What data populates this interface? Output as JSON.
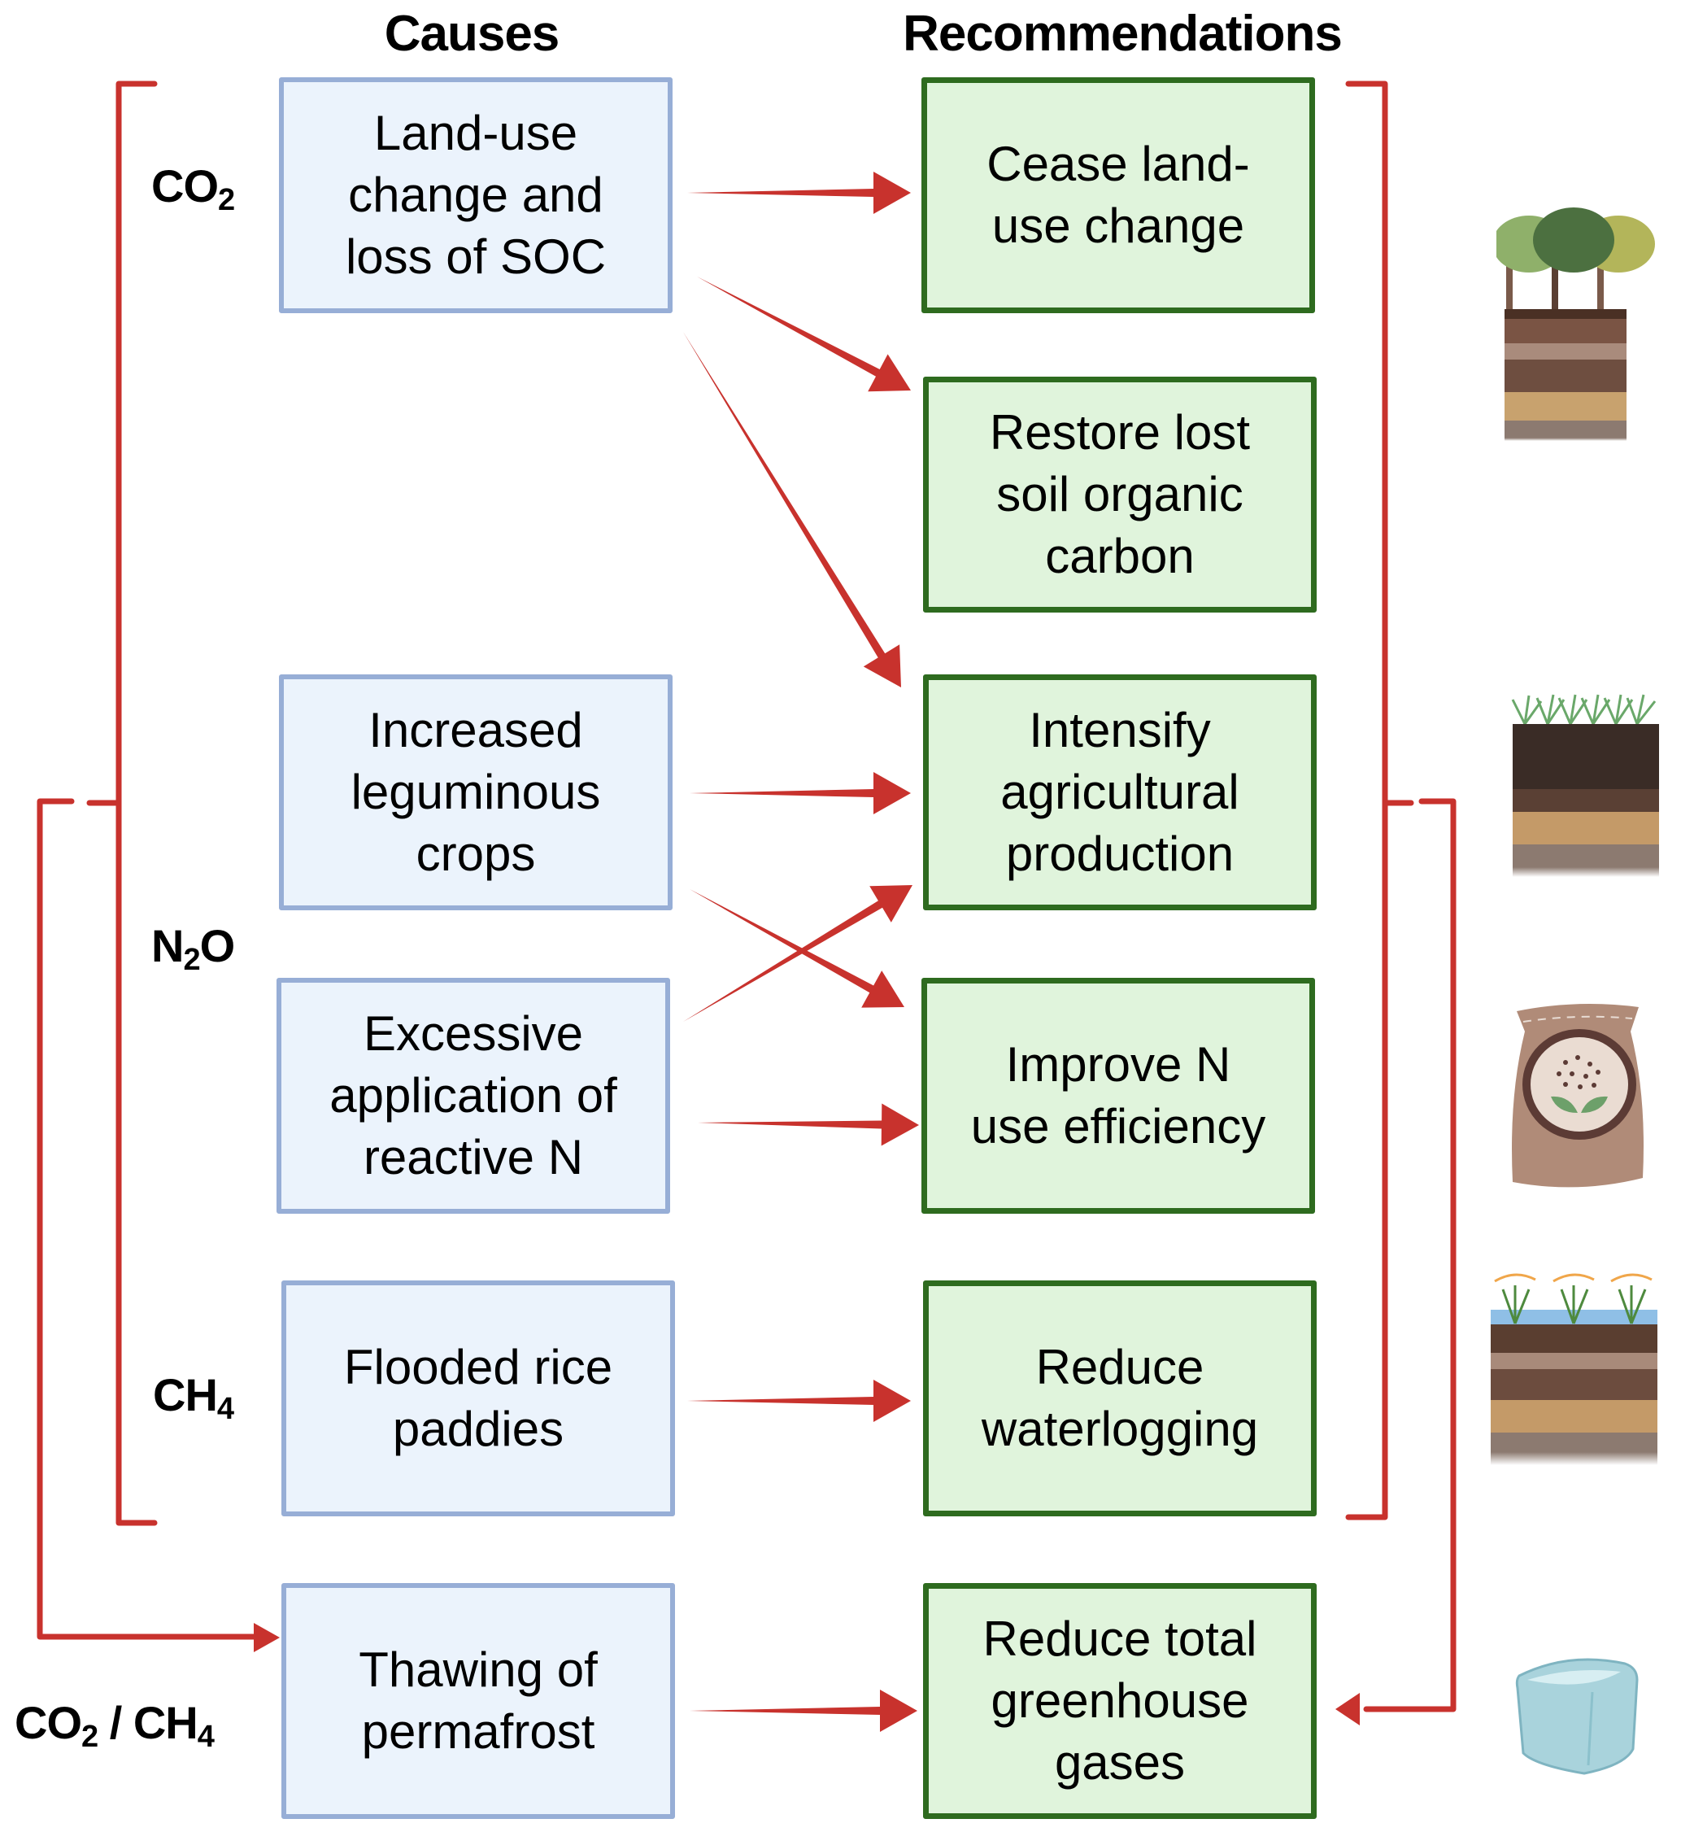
{
  "headers": {
    "causes": "Causes",
    "recommendations": "Recommendations"
  },
  "gases": [
    {
      "id": "co2",
      "main": "CO",
      "sub": "2",
      "tail": ""
    },
    {
      "id": "n2o",
      "main": "N",
      "sub": "2",
      "tail": "O"
    },
    {
      "id": "ch4",
      "main": "CH",
      "sub": "4",
      "tail": ""
    },
    {
      "id": "co2-ch4",
      "main": "CO",
      "sub": "2",
      "tail": " / CH",
      "sub2": "4"
    }
  ],
  "causes": [
    {
      "id": "land-use",
      "text": "Land-use\nchange and\nloss of SOC"
    },
    {
      "id": "legumes",
      "text": "Increased\nleguminous\ncrops"
    },
    {
      "id": "reactive-n",
      "text": "Excessive\napplication of\nreactive N"
    },
    {
      "id": "rice",
      "text": "Flooded rice\npaddies"
    },
    {
      "id": "permafrost",
      "text": "Thawing of\npermafrost"
    }
  ],
  "recommendations": [
    {
      "id": "cease-luc",
      "text": "Cease land-\nuse change"
    },
    {
      "id": "restore-soc",
      "text": "Restore lost\nsoil organic\ncarbon"
    },
    {
      "id": "intensify",
      "text": "Intensify\nagricultural\nproduction"
    },
    {
      "id": "n-efficiency",
      "text": "Improve N\nuse efficiency"
    },
    {
      "id": "waterlogging",
      "text": "Reduce\nwaterlogging"
    },
    {
      "id": "total-ghg",
      "text": "Reduce total\ngreenhouse\ngases"
    }
  ],
  "links": [
    {
      "from": "land-use",
      "to": "cease-luc"
    },
    {
      "from": "land-use",
      "to": "restore-soc"
    },
    {
      "from": "land-use",
      "to": "intensify"
    },
    {
      "from": "legumes",
      "to": "intensify"
    },
    {
      "from": "legumes",
      "to": "n-efficiency"
    },
    {
      "from": "reactive-n",
      "to": "intensify"
    },
    {
      "from": "reactive-n",
      "to": "n-efficiency"
    },
    {
      "from": "rice",
      "to": "waterlogging"
    },
    {
      "from": "permafrost",
      "to": "total-ghg"
    },
    {
      "from": "co2-n2o-ch4-bracket",
      "to": "permafrost"
    },
    {
      "from": "recommendations-bracket",
      "to": "total-ghg"
    }
  ],
  "illustrations": [
    {
      "name": "forest-soil-profile-icon"
    },
    {
      "name": "grassland-soil-profile-icon"
    },
    {
      "name": "fertilizer-bag-icon"
    },
    {
      "name": "rice-paddy-soil-profile-icon"
    },
    {
      "name": "ice-cube-icon"
    }
  ],
  "colors": {
    "arrow": "#c8322d",
    "cause_fill": "#ebf3fc",
    "cause_border": "#97aed6",
    "rec_fill": "#e0f4dc",
    "rec_border": "#2e6b1f"
  }
}
